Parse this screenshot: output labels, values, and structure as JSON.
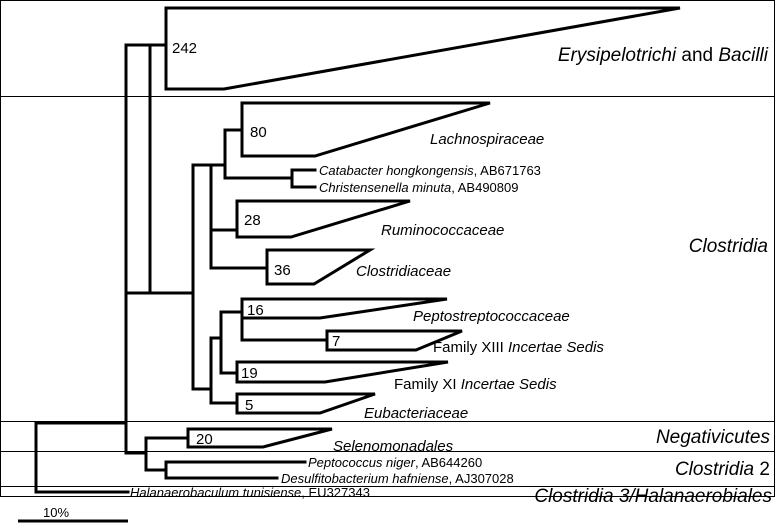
{
  "groups": {
    "erysipelotrichi": {
      "name": "Erysipelotrichi",
      "conj": " and ",
      "name2": "Bacilli"
    },
    "clostridia": "Clostridia",
    "negativicutes": "Negativicutes",
    "clostridia2": {
      "name": "Clostridia",
      "suffix": " 2"
    },
    "clostridia3": "Clostridia 3/Halanaerobiales"
  },
  "clades": {
    "erysipelotrichi_count": "242",
    "lachnospiraceae": {
      "count": "80",
      "name": "Lachnospiraceae"
    },
    "ruminococcaceae": {
      "count": "28",
      "name": "Ruminococcaceae"
    },
    "clostridiaceae": {
      "count": "36",
      "name": "Clostridiaceae"
    },
    "peptostreptococcaceae": {
      "count": "16",
      "name": "Peptostreptococcaceae"
    },
    "family_xiii": {
      "count": "7",
      "prefix": "Family XIII ",
      "name": "Incertae Sedis"
    },
    "family_xi": {
      "count": "19",
      "prefix": "Family XI ",
      "name": "Incertae Sedis"
    },
    "eubacteriaceae": {
      "count": "5",
      "name": "Eubacteriaceae"
    },
    "selenomonadales": {
      "count": "20",
      "name": "Selenomonadales"
    }
  },
  "leaves": {
    "catabacter": {
      "species": "Catabacter hongkongensis",
      "accession": ", AB671763"
    },
    "christensenella": {
      "species": "Christensenella minuta",
      "accession": ", AB490809"
    },
    "peptococcus": {
      "species": "Peptococcus niger",
      "accession": ", AB644260"
    },
    "desulfitobacterium": {
      "species": "Desulfitobacterium hafniense",
      "accession": ", AJ307028"
    },
    "halanaerobaculum": {
      "species": "Halanaerobaculum tunisiense",
      "accession": ", EU327343"
    }
  },
  "scale_bar": {
    "label": "10%"
  }
}
